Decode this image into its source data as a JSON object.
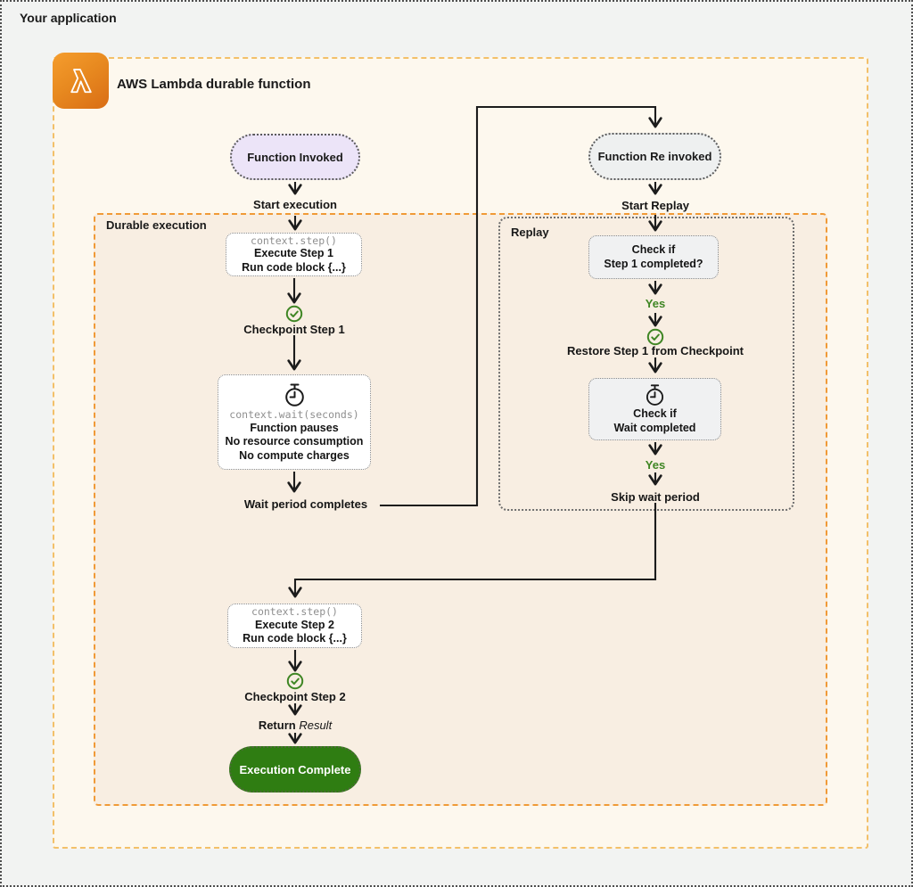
{
  "app_label": "Your application",
  "title": "AWS Lambda durable function",
  "containers": {
    "durable_label": "Durable execution",
    "replay_label": "Replay"
  },
  "nodes": {
    "function_invoked": "Function Invoked",
    "function_reinvoked": "Function Re invoked",
    "step1": {
      "code": "context.step()",
      "line1": "Execute Step 1",
      "line2": "Run code block {...}"
    },
    "wait": {
      "code": "context.wait(seconds)",
      "line1": "Function pauses",
      "line2": "No resource consumption",
      "line3": "No compute charges"
    },
    "check_step1": {
      "line1": "Check if",
      "line2": "Step 1 completed?"
    },
    "check_wait": {
      "line1": "Check if",
      "line2": "Wait completed"
    },
    "step2": {
      "code": "context.step()",
      "line1": "Execute Step 2",
      "line2": "Run code block {...}"
    },
    "execution_complete": "Execution Complete"
  },
  "labels": {
    "start_execution": "Start execution",
    "checkpoint1": "Checkpoint Step 1",
    "wait_completes": "Wait period completes",
    "start_replay": "Start Replay",
    "yes1": "Yes",
    "restore": "Restore Step 1 from Checkpoint",
    "yes2": "Yes",
    "skip_wait": "Skip wait period",
    "checkpoint2": "Checkpoint Step 2",
    "return_bold": "Return",
    "return_italic": "Result"
  },
  "icons": {
    "lambda": "lambda-icon",
    "checkpoint": "check-circle-icon",
    "timer": "stopwatch-icon"
  },
  "colors": {
    "accent_orange_border": "#f09a37",
    "outer_orange_border": "#f3c069",
    "lambda_gradient_start": "#f59d2e",
    "lambda_gradient_end": "#d96d15",
    "green_text": "#3f8624",
    "green_pill": "#2f7d12",
    "purple_pill": "#ece4f8",
    "gray_pill": "#eef0f0",
    "durable_bg": "#f8eee2",
    "lambda_box_bg": "#fdf8ee",
    "page_bg": "#f2f3f2"
  }
}
